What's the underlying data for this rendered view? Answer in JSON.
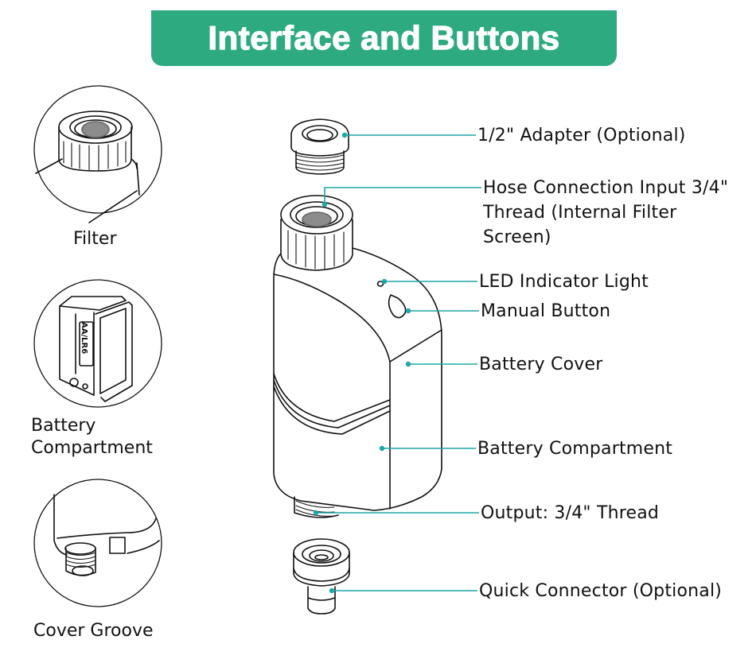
{
  "header": {
    "title": "Interface and Buttons",
    "accent_color": "#2daa80"
  },
  "leader_color": "#1fa6a6",
  "detail_views": [
    {
      "id": "filter",
      "label": "Filter"
    },
    {
      "id": "battery-compartment",
      "label": "Battery\nCompartment",
      "battery_marking": "AA/LR6"
    },
    {
      "id": "cover-groove",
      "label": "Cover Groove"
    }
  ],
  "callouts": [
    {
      "id": "adapter",
      "label": "1/2\" Adapter (Optional)"
    },
    {
      "id": "hose-input",
      "label": "Hose Connection Input 3/4\" Thread (Internal Filter Screen)"
    },
    {
      "id": "led",
      "label": "LED Indicator Light"
    },
    {
      "id": "manual-button",
      "label": "Manual Button"
    },
    {
      "id": "battery-cover",
      "label": "Battery Cover"
    },
    {
      "id": "battery-compartment",
      "label": "Battery Compartment"
    },
    {
      "id": "output",
      "label": "Output: 3/4\" Thread"
    },
    {
      "id": "quick-connector",
      "label": "Quick Connector (Optional)"
    }
  ]
}
